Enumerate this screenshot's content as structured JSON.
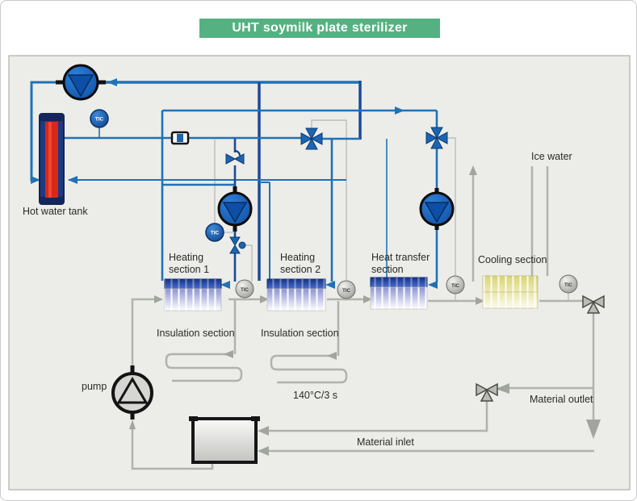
{
  "title": "UHT soymilk plate sterilizer",
  "instruments": {
    "tic": "TIC"
  },
  "labels": {
    "hot_water_tank": "Hot water tank",
    "heating_section_1": "Heating\nsection 1",
    "heating_section_2": "Heating\nsection 2",
    "heat_transfer_section": "Heat transfer\nsection",
    "cooling_section": "Cooling section",
    "insulation_section_1": "Insulation section",
    "insulation_section_2": "Insulation section",
    "pump": "pump",
    "ice_water": "Ice water",
    "material_inlet": "Material inlet",
    "material_outlet": "Material outlet",
    "temp_time": "140°C/3 s"
  },
  "colors": {
    "title_bg": "#55b181",
    "panel_bg": "#ecede9",
    "pipe_blue": "#2171b5",
    "pipe_navy": "#1d4a95",
    "pipe_gray": "#b0b3ab",
    "pump_blue": "#1565c0",
    "tank_red": "#d82818",
    "exchanger_blue": "#14338a",
    "cooling_yellow": "#dcd883"
  }
}
